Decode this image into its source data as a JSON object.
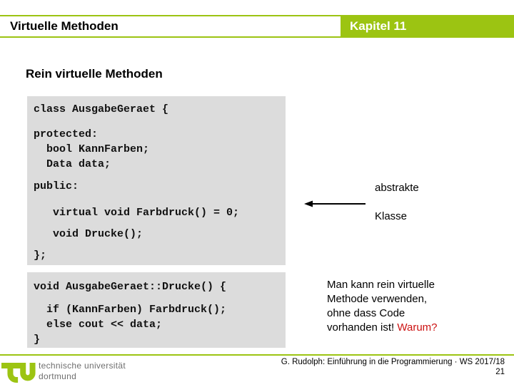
{
  "colors": {
    "accent_green": "#9cc412",
    "code_background": "#dcdcdc",
    "highlight_red": "#cc1111",
    "footer_gray": "#6f6f6f"
  },
  "header": {
    "title": "Virtuelle Methoden",
    "chapter": "Kapitel 11"
  },
  "subtitle": "Rein virtuelle Methoden",
  "code1": {
    "lines": [
      {
        "t": "class AusgabeGeraet {",
        "mt": 0
      },
      {
        "t": "protected:",
        "mt": 14
      },
      {
        "t": "  bool KannFarben;",
        "mt": 0
      },
      {
        "t": "  Data data;",
        "mt": 0
      },
      {
        "t": "public:",
        "mt": 10
      },
      {
        "t": "   virtual void Farbdruck() = 0;",
        "mt": 16
      },
      {
        "t": "   void Drucke();",
        "mt": 9
      },
      {
        "t": "};",
        "mt": 9
      }
    ]
  },
  "annotation": {
    "arrow_icon": "left-arrow-icon",
    "line1": "abstrakte",
    "line2": "Klasse"
  },
  "code2": {
    "lines": [
      {
        "t": "void AusgabeGeraet::Drucke() {",
        "mt": 0
      },
      {
        "t": "  if (KannFarben) Farbdruck();",
        "mt": 11
      },
      {
        "t": "  else cout << data;",
        "mt": 0
      },
      {
        "t": "}",
        "mt": 0
      }
    ]
  },
  "note": {
    "lines": [
      "Man kann rein virtuelle",
      "Methode verwenden,",
      "ohne dass Code",
      "vorhanden ist!"
    ],
    "highlight": "Warum?"
  },
  "footer": {
    "brand_line1": "technische universität",
    "brand_line2": "dortmund",
    "credit": "G. Rudolph: Einführung in die Programmierung · WS 2017/18",
    "page_number": "21"
  }
}
